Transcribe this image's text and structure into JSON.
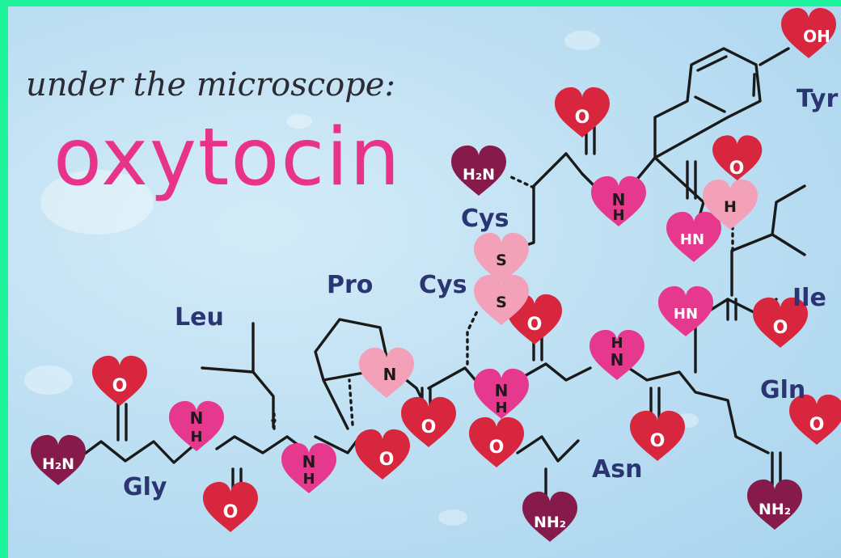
{
  "title": {
    "line1": "under the microscope:",
    "line2": "oxytocin"
  },
  "amino_acids": {
    "tyr": "Tyr",
    "cys_top": "Cys",
    "cys_mid": "Cys",
    "pro": "Pro",
    "leu": "Leu",
    "ile": "Ile",
    "gln": "Gln",
    "asn": "Asn",
    "gly": "Gly"
  },
  "atoms": {
    "h2n_top": "H₂N",
    "h2n_gly": "H₂N",
    "nh2_asn": "NH₂",
    "nh2_gln": "NH₂",
    "oh": "OH",
    "s1": "S",
    "s2": "S",
    "h": "H",
    "hn1": "HN",
    "hn2": "HN",
    "n_pro": "N",
    "nh": "N\nH",
    "o": "O"
  },
  "colors": {
    "border": "#1ef59a",
    "title_accent": "#e8338a",
    "label": "#2b3574",
    "heart_red": "#d7263d",
    "heart_magenta": "#e6398e",
    "heart_maroon": "#861a4b",
    "heart_pink": "#f3a1b9"
  }
}
